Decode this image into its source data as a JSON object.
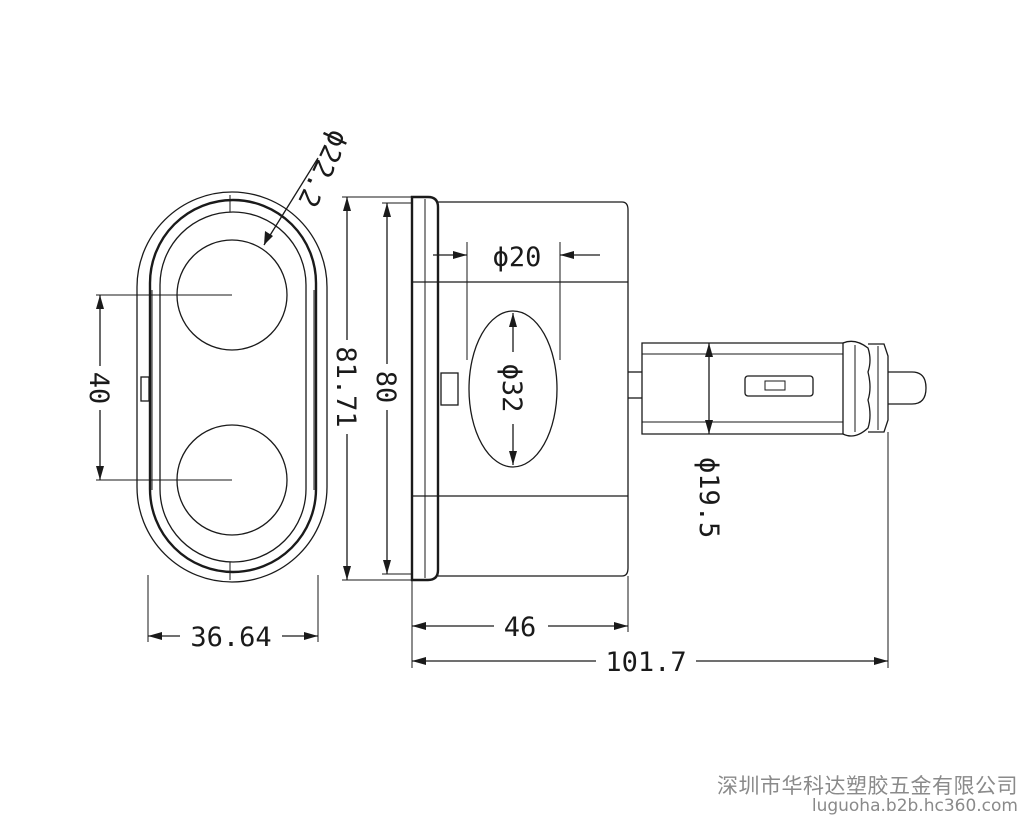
{
  "dimensions": {
    "hole_diameter": "ϕ22.2",
    "hole_spacing": "40",
    "body_outer_height": "81.71",
    "body_inner_height": "80",
    "body_width": "36.64",
    "center_part_diameter": "ϕ20",
    "main_diameter": "ϕ32",
    "plug_diameter": "ϕ19.5",
    "main_length": "46",
    "total_length": "101.7"
  },
  "watermark": {
    "company": "深圳市华科达塑胶五金有限公司",
    "url": "luguoha.b2b.hc360.com"
  }
}
